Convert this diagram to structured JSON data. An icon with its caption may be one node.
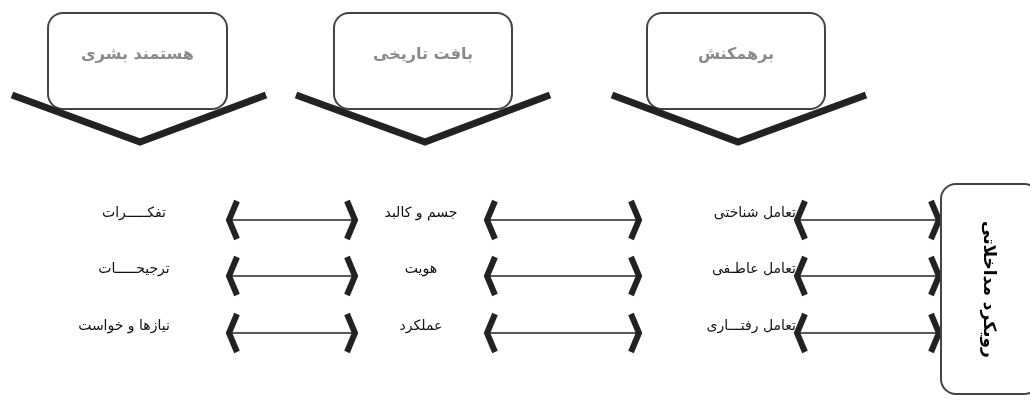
{
  "diagram": {
    "nodes": [
      {
        "text": [
          "هستمند بشری"
        ]
      },
      {
        "text": [
          "بافت تاریخی"
        ]
      },
      {
        "text": [
          "برهمکنش"
        ]
      },
      {
        "text": [
          "رویکرد مداخلاتی"
        ]
      },
      {
        "text": [
          "تفکـــــرات"
        ]
      },
      {
        "text": [
          "جسم و کالبد"
        ]
      },
      {
        "text": [
          "تعامل شناختی"
        ]
      },
      {
        "text": [
          "ترجیحـــــات"
        ]
      },
      {
        "text": [
          "هویت"
        ]
      },
      {
        "text": [
          "تعامل عاطـفی"
        ]
      },
      {
        "text": [
          "نیازها و خواست"
        ]
      },
      {
        "text": [
          "عملکرد"
        ]
      },
      {
        "text": [
          "تعامل رفتـــاری"
        ]
      }
    ],
    "edges": [
      {
        "from": 3,
        "to": 6,
        "arrow": "both"
      },
      {
        "from": 6,
        "to": 5,
        "arrow": "both"
      },
      {
        "from": 5,
        "to": 4,
        "arrow": "both"
      },
      {
        "from": 3,
        "to": 9,
        "arrow": "both"
      },
      {
        "from": 9,
        "to": 8,
        "arrow": "both"
      },
      {
        "from": 8,
        "to": 7,
        "arrow": "both"
      },
      {
        "from": 3,
        "to": 12,
        "arrow": "both"
      },
      {
        "from": 12,
        "to": 11,
        "arrow": "both"
      },
      {
        "from": 11,
        "to": 10,
        "arrow": "both"
      }
    ]
  }
}
